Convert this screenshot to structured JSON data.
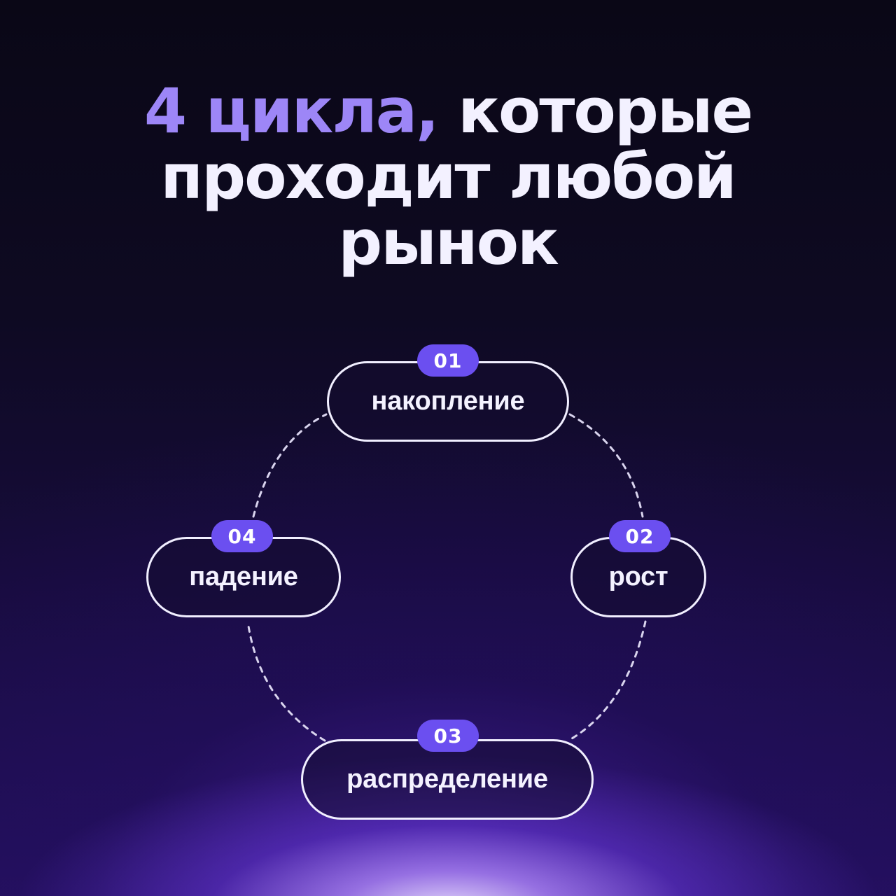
{
  "title": {
    "accent": "4 цикла,",
    "rest": "которые",
    "line2": "проходит любой",
    "line3": "рынок"
  },
  "colors": {
    "accent": "#9d86f7",
    "badge": "#6b4ff0",
    "text": "#f3f1ff",
    "background_top": "#0a0716",
    "glow": "#b48cff"
  },
  "cycle": [
    {
      "number": "01",
      "label": "накопление"
    },
    {
      "number": "02",
      "label": "рост"
    },
    {
      "number": "03",
      "label": "распределение"
    },
    {
      "number": "04",
      "label": "падение"
    }
  ]
}
